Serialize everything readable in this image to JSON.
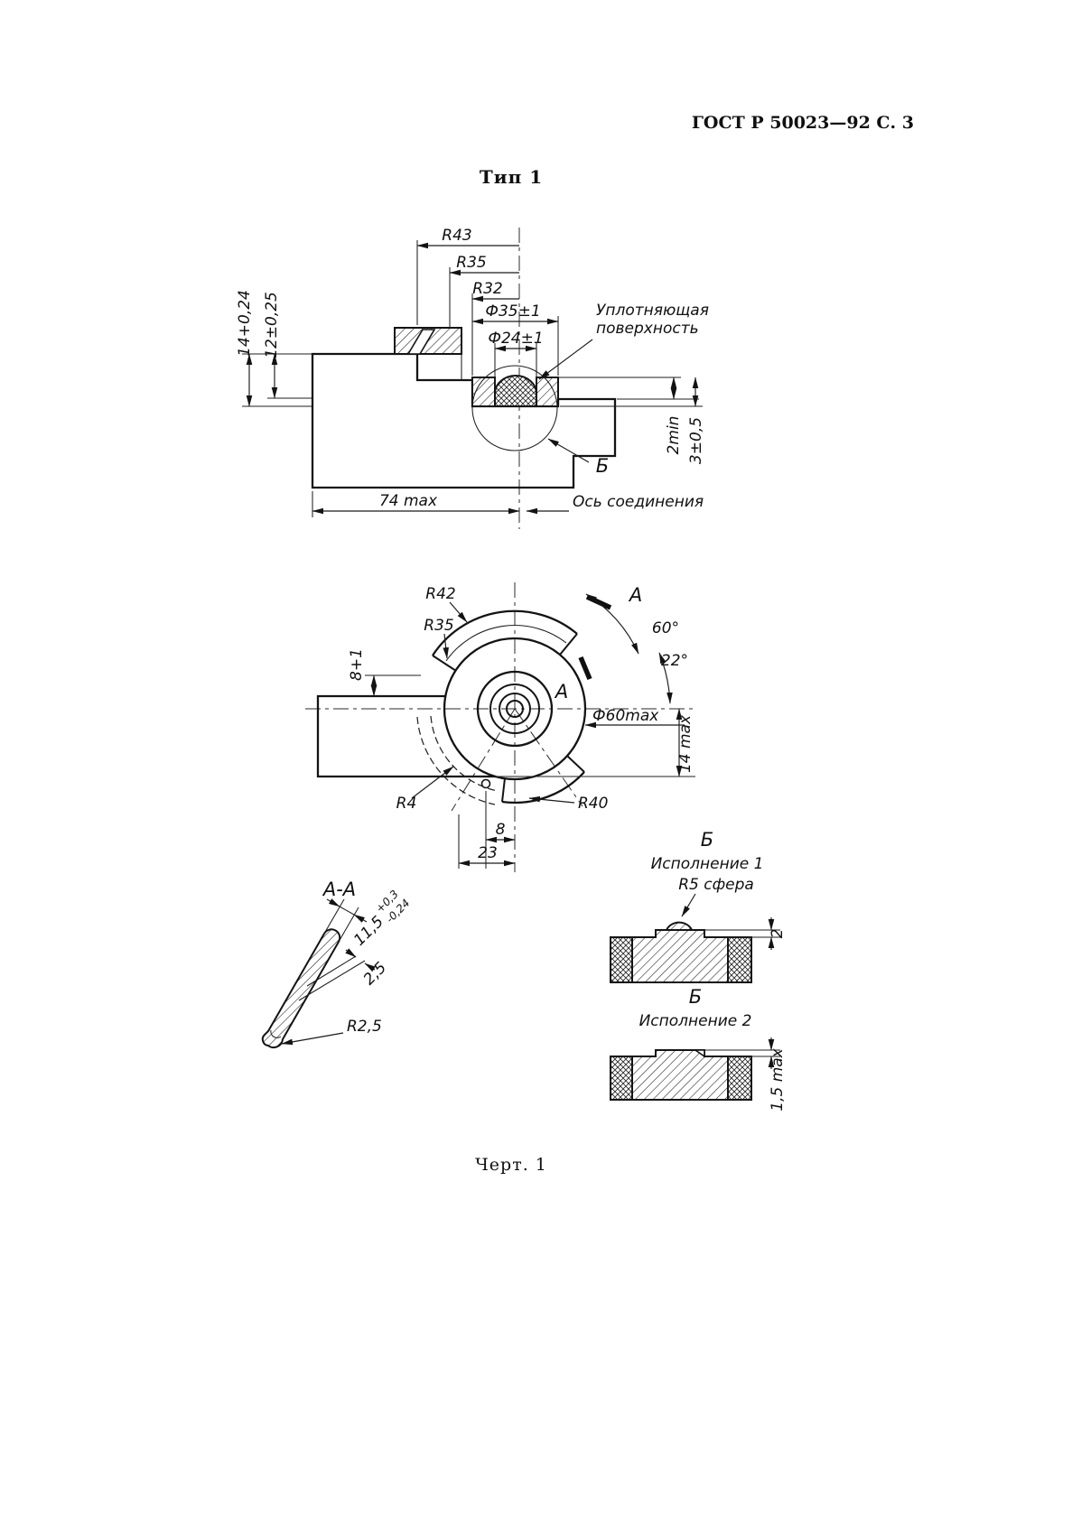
{
  "page": {
    "header": "ГОСТ Р 50023—92 С. 3",
    "figure_type": "Тип 1",
    "caption": "Черт. 1",
    "ink_color": "#141414",
    "background": "#ffffff"
  },
  "section_view": {
    "r43": "R43",
    "r35": "R35",
    "r32": "R32",
    "d35": "Ф35±1",
    "d24": "Ф24±1",
    "h14": "14+0,24",
    "h12": "12±0,25",
    "seal1": "Уплотняющая",
    "seal2": "поверхность",
    "min2": "2min",
    "t3": "3±0,5",
    "detail_b": "Б",
    "w74": "74 max",
    "axis": "Ось соединения"
  },
  "plan_view": {
    "r42": "R42",
    "r35": "R35",
    "cut_a_top": "А",
    "cut_a_mid": "А",
    "a60": "60°",
    "a22": "22°",
    "h8": "8+1",
    "d60": "Ф60max",
    "h14max": "14 max",
    "r4": "R4",
    "r40": "R40",
    "d8": "8",
    "d23": "23"
  },
  "section_aa": {
    "title": "А-А",
    "w115": "11,5",
    "tol_p": "+0,3",
    "tol_m": "-0,24",
    "t25": "2,5",
    "r25": "R2,5"
  },
  "detail1": {
    "title": "Б",
    "variant": "Исполнение 1",
    "r5": "R5 сфера",
    "h2": "2"
  },
  "detail2": {
    "title": "Б",
    "variant": "Исполнение 2",
    "h15": "1,5 max"
  }
}
